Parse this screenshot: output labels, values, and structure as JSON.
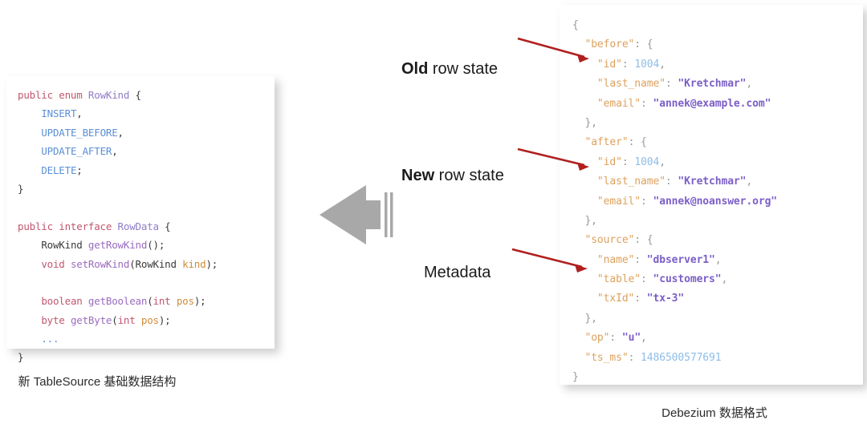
{
  "code_panel": {
    "language": "java",
    "lines": [
      [
        {
          "t": "public ",
          "c": "j-kw"
        },
        {
          "t": "enum ",
          "c": "j-kw"
        },
        {
          "t": "RowKind",
          "c": "j-type"
        },
        {
          "t": " {",
          "c": "j-plain"
        }
      ],
      [
        {
          "t": "    ",
          "c": "j-plain"
        },
        {
          "t": "INSERT",
          "c": "j-const"
        },
        {
          "t": ",",
          "c": "j-plain"
        }
      ],
      [
        {
          "t": "    ",
          "c": "j-plain"
        },
        {
          "t": "UPDATE_BEFORE",
          "c": "j-const"
        },
        {
          "t": ",",
          "c": "j-plain"
        }
      ],
      [
        {
          "t": "    ",
          "c": "j-plain"
        },
        {
          "t": "UPDATE_AFTER",
          "c": "j-const"
        },
        {
          "t": ",",
          "c": "j-plain"
        }
      ],
      [
        {
          "t": "    ",
          "c": "j-plain"
        },
        {
          "t": "DELETE",
          "c": "j-const"
        },
        {
          "t": ";",
          "c": "j-plain"
        }
      ],
      [
        {
          "t": "}",
          "c": "j-plain"
        }
      ],
      [],
      [
        {
          "t": "public ",
          "c": "j-kw"
        },
        {
          "t": "interface ",
          "c": "j-kw"
        },
        {
          "t": "RowData",
          "c": "j-type"
        },
        {
          "t": " {",
          "c": "j-plain"
        }
      ],
      [
        {
          "t": "    ",
          "c": "j-plain"
        },
        {
          "t": "RowKind ",
          "c": "j-plain"
        },
        {
          "t": "getRowKind",
          "c": "j-fn"
        },
        {
          "t": "();",
          "c": "j-plain"
        }
      ],
      [
        {
          "t": "    ",
          "c": "j-plain"
        },
        {
          "t": "void ",
          "c": "j-kw"
        },
        {
          "t": "setRowKind",
          "c": "j-fn"
        },
        {
          "t": "(",
          "c": "j-plain"
        },
        {
          "t": "RowKind ",
          "c": "j-plain"
        },
        {
          "t": "kind",
          "c": "j-var"
        },
        {
          "t": ");",
          "c": "j-plain"
        }
      ],
      [],
      [
        {
          "t": "    ",
          "c": "j-plain"
        },
        {
          "t": "boolean ",
          "c": "j-kw"
        },
        {
          "t": "getBoolean",
          "c": "j-fn"
        },
        {
          "t": "(",
          "c": "j-plain"
        },
        {
          "t": "int ",
          "c": "j-kw"
        },
        {
          "t": "pos",
          "c": "j-var"
        },
        {
          "t": ");",
          "c": "j-plain"
        }
      ],
      [
        {
          "t": "    ",
          "c": "j-plain"
        },
        {
          "t": "byte ",
          "c": "j-kw"
        },
        {
          "t": "getByte",
          "c": "j-fn"
        },
        {
          "t": "(",
          "c": "j-plain"
        },
        {
          "t": "int ",
          "c": "j-kw"
        },
        {
          "t": "pos",
          "c": "j-var"
        },
        {
          "t": ");",
          "c": "j-plain"
        }
      ],
      [
        {
          "t": "    ",
          "c": "j-plain"
        },
        {
          "t": "...",
          "c": "j-dots"
        }
      ],
      [
        {
          "t": "}",
          "c": "j-plain"
        }
      ]
    ]
  },
  "json_panel": {
    "language": "json",
    "lines": [
      [
        {
          "t": "{",
          "c": "n-punct"
        }
      ],
      [
        {
          "t": "  ",
          "c": "n-punct"
        },
        {
          "t": "\"before\"",
          "c": "n-key"
        },
        {
          "t": ": {",
          "c": "n-punct"
        }
      ],
      [
        {
          "t": "    ",
          "c": "n-punct"
        },
        {
          "t": "\"id\"",
          "c": "n-key"
        },
        {
          "t": ": ",
          "c": "n-punct"
        },
        {
          "t": "1004",
          "c": "n-num"
        },
        {
          "t": ",",
          "c": "n-punct"
        }
      ],
      [
        {
          "t": "    ",
          "c": "n-punct"
        },
        {
          "t": "\"last_name\"",
          "c": "n-key"
        },
        {
          "t": ": ",
          "c": "n-punct"
        },
        {
          "t": "\"Kretchmar\"",
          "c": "n-str"
        },
        {
          "t": ",",
          "c": "n-punct"
        }
      ],
      [
        {
          "t": "    ",
          "c": "n-punct"
        },
        {
          "t": "\"email\"",
          "c": "n-key"
        },
        {
          "t": ": ",
          "c": "n-punct"
        },
        {
          "t": "\"annek@example.com\"",
          "c": "n-str"
        }
      ],
      [
        {
          "t": "  },",
          "c": "n-punct"
        }
      ],
      [
        {
          "t": "  ",
          "c": "n-punct"
        },
        {
          "t": "\"after\"",
          "c": "n-key"
        },
        {
          "t": ": {",
          "c": "n-punct"
        }
      ],
      [
        {
          "t": "    ",
          "c": "n-punct"
        },
        {
          "t": "\"id\"",
          "c": "n-key"
        },
        {
          "t": ": ",
          "c": "n-punct"
        },
        {
          "t": "1004",
          "c": "n-num"
        },
        {
          "t": ",",
          "c": "n-punct"
        }
      ],
      [
        {
          "t": "    ",
          "c": "n-punct"
        },
        {
          "t": "\"last_name\"",
          "c": "n-key"
        },
        {
          "t": ": ",
          "c": "n-punct"
        },
        {
          "t": "\"Kretchmar\"",
          "c": "n-str"
        },
        {
          "t": ",",
          "c": "n-punct"
        }
      ],
      [
        {
          "t": "    ",
          "c": "n-punct"
        },
        {
          "t": "\"email\"",
          "c": "n-key"
        },
        {
          "t": ": ",
          "c": "n-punct"
        },
        {
          "t": "\"annek@noanswer.org\"",
          "c": "n-str"
        }
      ],
      [
        {
          "t": "  },",
          "c": "n-punct"
        }
      ],
      [
        {
          "t": "  ",
          "c": "n-punct"
        },
        {
          "t": "\"source\"",
          "c": "n-key"
        },
        {
          "t": ": {",
          "c": "n-punct"
        }
      ],
      [
        {
          "t": "    ",
          "c": "n-punct"
        },
        {
          "t": "\"name\"",
          "c": "n-key"
        },
        {
          "t": ": ",
          "c": "n-punct"
        },
        {
          "t": "\"dbserver1\"",
          "c": "n-str"
        },
        {
          "t": ",",
          "c": "n-punct"
        }
      ],
      [
        {
          "t": "    ",
          "c": "n-punct"
        },
        {
          "t": "\"table\"",
          "c": "n-key"
        },
        {
          "t": ": ",
          "c": "n-punct"
        },
        {
          "t": "\"customers\"",
          "c": "n-str"
        },
        {
          "t": ",",
          "c": "n-punct"
        }
      ],
      [
        {
          "t": "    ",
          "c": "n-punct"
        },
        {
          "t": "\"txId\"",
          "c": "n-key"
        },
        {
          "t": ": ",
          "c": "n-punct"
        },
        {
          "t": "\"tx-3\"",
          "c": "n-str"
        }
      ],
      [
        {
          "t": "  },",
          "c": "n-punct"
        }
      ],
      [
        {
          "t": "  ",
          "c": "n-punct"
        },
        {
          "t": "\"op\"",
          "c": "n-key"
        },
        {
          "t": ": ",
          "c": "n-punct"
        },
        {
          "t": "\"u\"",
          "c": "n-str"
        },
        {
          "t": ",",
          "c": "n-punct"
        }
      ],
      [
        {
          "t": "  ",
          "c": "n-punct"
        },
        {
          "t": "\"ts_ms\"",
          "c": "n-key"
        },
        {
          "t": ": ",
          "c": "n-punct"
        },
        {
          "t": "1486500577691",
          "c": "n-num"
        }
      ],
      [
        {
          "t": "}",
          "c": "n-punct"
        }
      ]
    ]
  },
  "callouts": [
    {
      "bold": "Old",
      "rest": " row state"
    },
    {
      "bold": "New",
      "rest": " row state"
    },
    {
      "bold": "",
      "rest": "Metadata"
    }
  ],
  "captions": {
    "left": "新 TableSource 基础数据结构",
    "right": "Debezium 数据格式"
  },
  "colors": {
    "arrow_red": "#b01f1f",
    "big_arrow_gray": "#a8a8a8",
    "panel_background": "#ffffff",
    "page_background": "#ffffff"
  }
}
